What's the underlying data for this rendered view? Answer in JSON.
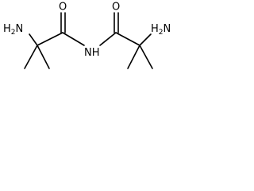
{
  "molecule": {
    "bond_color": "#000000",
    "atoms": {
      "amine_left": {
        "symbol": "H",
        "subscript": "2",
        "element": "N"
      },
      "oxygen_left": {
        "symbol": "O"
      },
      "nitrogen_center": {
        "symbol": "N",
        "hydrogen": "H"
      },
      "oxygen_right": {
        "symbol": "O"
      },
      "amine_right": {
        "symbol": "H",
        "subscript": "2",
        "element": "N"
      }
    }
  }
}
